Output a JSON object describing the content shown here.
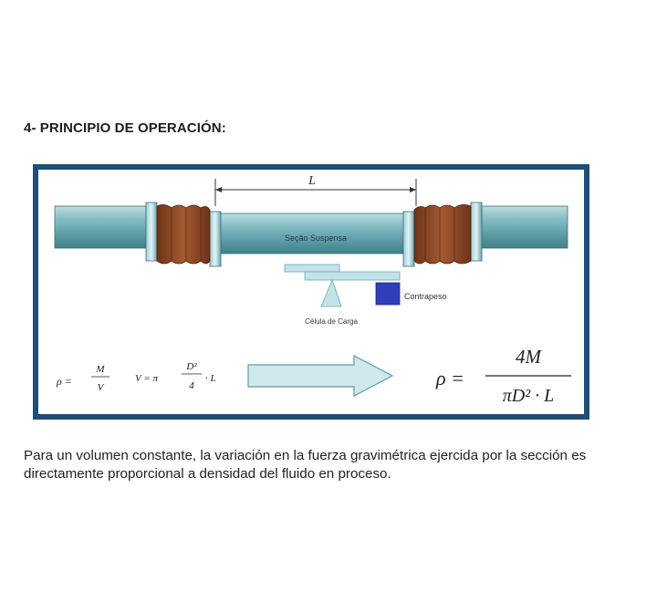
{
  "heading": "4- PRINCIPIO DE OPERACIÓN:",
  "diagram": {
    "length_label": "L",
    "suspended_section_label": "Seção Suspensa",
    "counterweight_label": "Contrapeso",
    "load_cell_label": "Célula de Carga",
    "formula_density": {
      "lhs": "ρ =",
      "num": "M",
      "den": "V"
    },
    "formula_volume": {
      "lhs": "V = π",
      "num": "D²",
      "den": "4",
      "tail": "· L"
    },
    "formula_result": {
      "lhs": "ρ =",
      "num": "4M",
      "den": "πD² · L"
    },
    "colors": {
      "frame": "#1f4e79",
      "pipe": "#5b9ea7",
      "bellows": "#8b4a2b",
      "counterweight": "#2e3fb8",
      "arrow": "#cfe8ec"
    }
  },
  "paragraph": "Para un volumen constante, la variación en la fuerza gravimétrica ejercida por la sección es directamente proporcional a densidad del fluido en proceso."
}
